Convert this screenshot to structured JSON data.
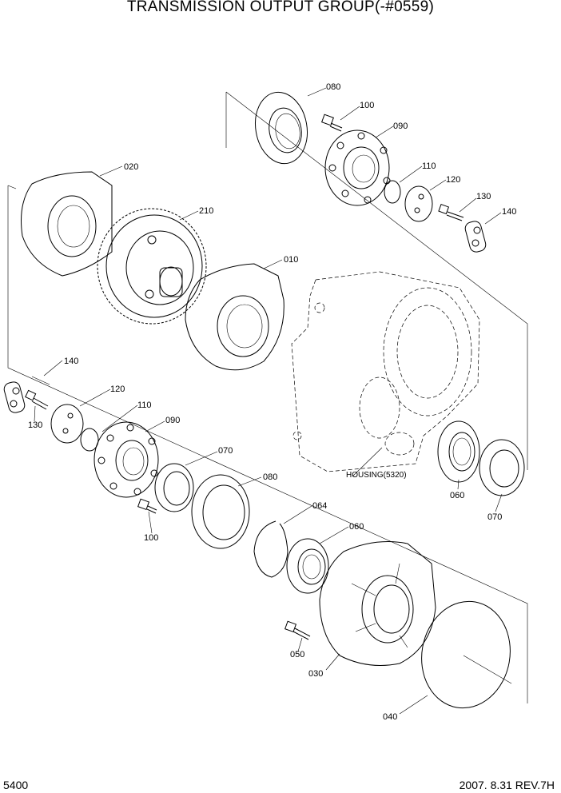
{
  "title": "TRANSMISSION OUTPUT GROUP(-#0559)",
  "footer": {
    "page_number": "5400",
    "revision": "2007.  8.31  REV.7H"
  },
  "housing_label": "HOUSING(5320)",
  "callouts": {
    "c080_top": "080",
    "c100_top": "100",
    "c090_top": "090",
    "c110_top": "110",
    "c120_top": "120",
    "c130_top": "130",
    "c140_top": "140",
    "c020": "020",
    "c210": "210",
    "c010": "010",
    "c140_left": "140",
    "c120_left": "120",
    "c130_left": "130",
    "c110_left": "110",
    "c090_left": "090",
    "c070_left": "070",
    "c080_mid": "080",
    "c100_left": "100",
    "c064": "064",
    "c060_mid": "060",
    "c060_right": "060",
    "c070_right": "070",
    "c050": "050",
    "c030": "030",
    "c040": "040"
  }
}
